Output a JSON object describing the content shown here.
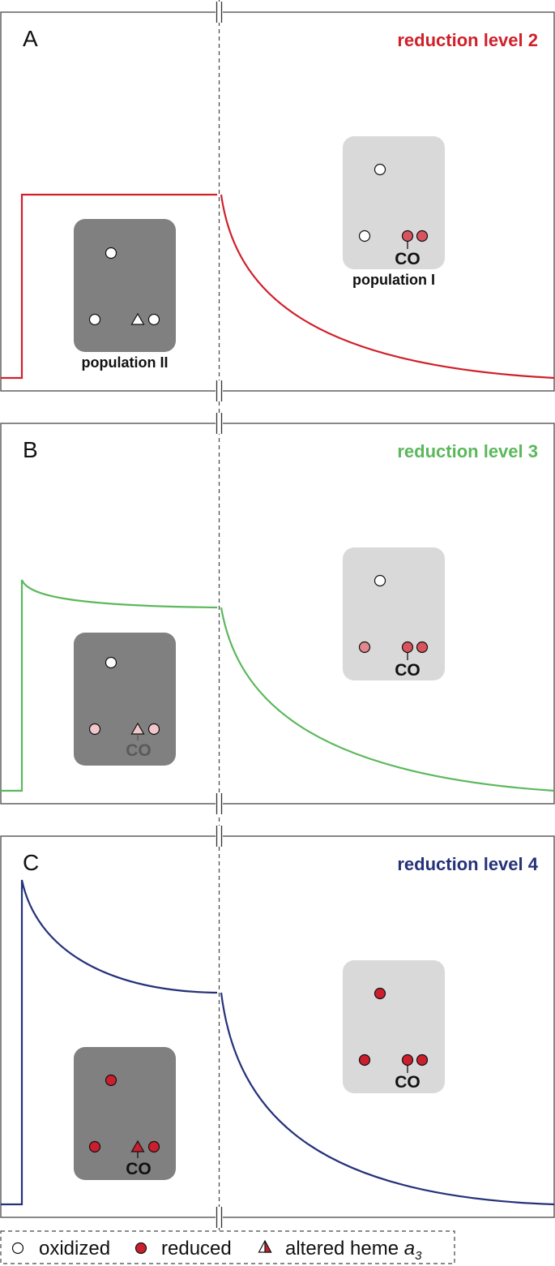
{
  "panels": [
    {
      "letter": "A",
      "title": "reduction level 2",
      "color": "#d0202a",
      "pop2_label": "population II",
      "pop1_label": "population I",
      "pop2_co": "",
      "pop1_co": "CO",
      "pop2_states": {
        "top": "oxidized",
        "left": "oxidized",
        "triangle": "oxidized",
        "right": "oxidized"
      },
      "pop1_states": {
        "top": "oxidized",
        "left": "oxidized",
        "pair": "reduced-pink"
      }
    },
    {
      "letter": "B",
      "title": "reduction level 3",
      "color": "#5cb85c",
      "pop2_label": "",
      "pop1_label": "",
      "pop2_co": "CO",
      "pop1_co": "CO",
      "pop2_states": {
        "top": "oxidized",
        "left": "partial-light",
        "triangle": "partial-light",
        "right": "partial-light"
      },
      "pop1_states": {
        "top": "oxidized",
        "left": "partial",
        "pair": "reduced-pink"
      }
    },
    {
      "letter": "C",
      "title": "reduction level 4",
      "color": "#25327a",
      "pop2_label": "",
      "pop1_label": "",
      "pop2_co": "CO",
      "pop1_co": "CO",
      "pop2_states": {
        "top": "reduced",
        "left": "reduced",
        "triangle": "reduced",
        "right": "reduced"
      },
      "pop1_states": {
        "top": "reduced",
        "left": "reduced",
        "pair": "reduced"
      }
    }
  ],
  "legend": {
    "oxidized": "oxidized",
    "reduced": "reduced",
    "altered_prefix": "altered heme ",
    "altered_italic": "a",
    "altered_sub": "3"
  },
  "colors": {
    "oxidized": "#ffffff",
    "reduced": "#cc1f2e",
    "reduced_pink": "#d9535e",
    "partial": "#e08890",
    "partial_light": "#f2c7cb",
    "population_dark": "#808080",
    "population_light": "#d9d9d9"
  }
}
